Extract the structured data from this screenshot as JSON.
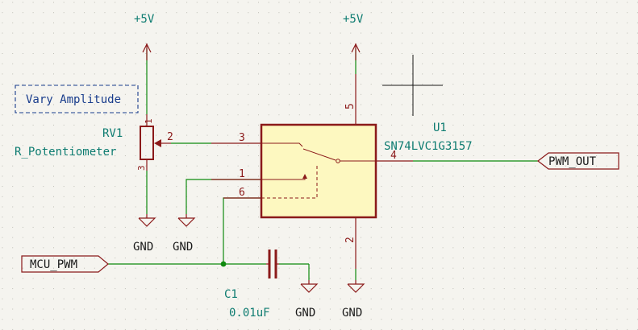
{
  "power": {
    "p5v_a": "+5V",
    "p5v_b": "+5V"
  },
  "grounds": {
    "g1": "GND",
    "g2": "GND",
    "g3": "GND",
    "g4": "GND"
  },
  "rv1": {
    "ref": "RV1",
    "value": "R_Potentiometer",
    "note": "Vary Amplitude",
    "pins": {
      "p1": "1",
      "p2": "2",
      "p3": "3"
    }
  },
  "u1": {
    "ref": "U1",
    "value": "SN74LVC1G3157",
    "pins": {
      "p1": "1",
      "p2": "2",
      "p3": "3",
      "p4": "4",
      "p5": "5",
      "p6": "6"
    }
  },
  "c1": {
    "ref": "C1",
    "value": "0.01uF"
  },
  "labels": {
    "pwm_out": "PWM_OUT",
    "mcu_pwm": "MCU_PWM"
  },
  "colors": {
    "wire": "#0f8a0f",
    "component": "#8b1a1a",
    "body_fill": "#fdf8c0",
    "text_green": "#0e7c71",
    "text_blue": "#183c8c",
    "junction": "#0f8a0f"
  }
}
